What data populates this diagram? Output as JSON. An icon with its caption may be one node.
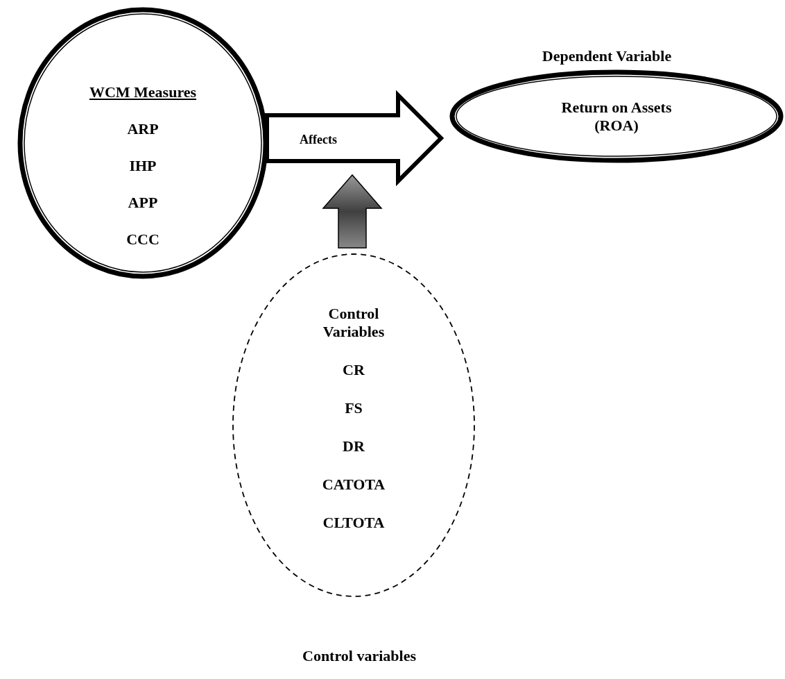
{
  "diagram": {
    "nodes": [
      {
        "text": [
          "WCM Measures",
          "ARP",
          "IHP",
          "APP",
          "CCC"
        ]
      },
      {
        "text": [
          "Return on Assets (ROA)"
        ],
        "beside": [
          "Dependent Variable"
        ]
      },
      {
        "text": [
          "Control Variables",
          "CR",
          "FS",
          "DR",
          "CATOTA",
          "CLTOTA"
        ],
        "beside": [
          "Control variables"
        ]
      }
    ],
    "edges": [
      {
        "from": 0,
        "to": 1,
        "arrow": "to",
        "label": "Affects",
        "style": "thick"
      },
      {
        "from": 2,
        "to": null,
        "arrow": "to",
        "style": "thick",
        "color": "#404040"
      }
    ]
  }
}
